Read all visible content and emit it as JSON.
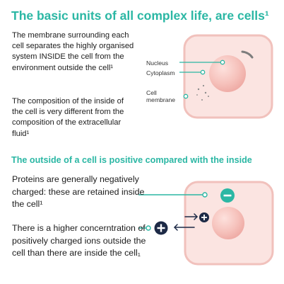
{
  "title": "The basic units of all complex life, are cells¹",
  "paragraph1": "The membrane surrounding each cell separates the highly organised system INSIDE the cell from the environment outside the cell¹",
  "paragraph2": "The composition of the inside of the cell is very different from the composition of the extracellular fluid¹",
  "labels": {
    "nucleus": "Nucleus",
    "cytoplasm": "Cytoplasm",
    "membrane": "Cell membrane"
  },
  "subtitle": "The outside of a cell is positive compared with the inside",
  "paragraph3": "Proteins are generally negatively charged: these are retained inside the cell¹",
  "paragraph4": "There is a higher concerntration of positively charged ions outside the cell than there are inside the cell₁",
  "symbols": {
    "minus": "−",
    "plus": "+"
  },
  "colors": {
    "teal": "#2bb7a4",
    "cell_fill": "#fbe4e1",
    "cell_border": "#f1c1bc",
    "nucleus": "#f3b5b0",
    "navy": "#1d2a46"
  }
}
